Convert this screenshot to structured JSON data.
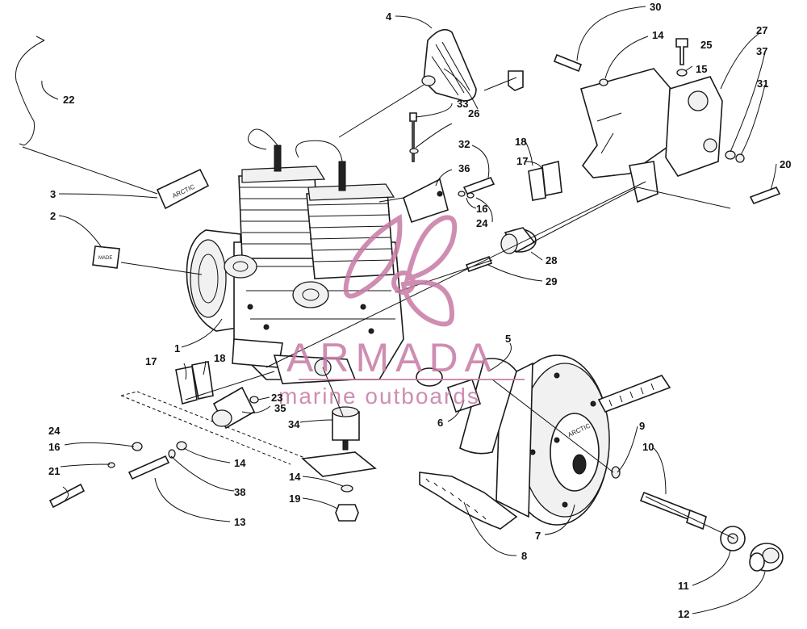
{
  "watermark": {
    "brand": "ARMADA",
    "tagline": "marine outboards",
    "color": "#c77aa5"
  },
  "decals": {
    "engine_label": "ARCTIC",
    "plate_label": "MADE",
    "clutch_label": "ARCTIC"
  },
  "callouts": [
    {
      "id": "c1",
      "label": "1"
    },
    {
      "id": "c2",
      "label": "2"
    },
    {
      "id": "c3",
      "label": "3"
    },
    {
      "id": "c4",
      "label": "4"
    },
    {
      "id": "c5",
      "label": "5"
    },
    {
      "id": "c6",
      "label": "6"
    },
    {
      "id": "c7",
      "label": "7"
    },
    {
      "id": "c8",
      "label": "8"
    },
    {
      "id": "c9",
      "label": "9"
    },
    {
      "id": "c10",
      "label": "10"
    },
    {
      "id": "c11",
      "label": "11"
    },
    {
      "id": "c12",
      "label": "12"
    },
    {
      "id": "c13",
      "label": "13"
    },
    {
      "id": "c14a",
      "label": "14"
    },
    {
      "id": "c14b",
      "label": "14"
    },
    {
      "id": "c14c",
      "label": "14"
    },
    {
      "id": "c15",
      "label": "15"
    },
    {
      "id": "c16a",
      "label": "16"
    },
    {
      "id": "c16b",
      "label": "16"
    },
    {
      "id": "c17a",
      "label": "17"
    },
    {
      "id": "c17b",
      "label": "17"
    },
    {
      "id": "c18a",
      "label": "18"
    },
    {
      "id": "c18b",
      "label": "18"
    },
    {
      "id": "c19",
      "label": "19"
    },
    {
      "id": "c20",
      "label": "20"
    },
    {
      "id": "c21",
      "label": "21"
    },
    {
      "id": "c22",
      "label": "22"
    },
    {
      "id": "c23",
      "label": "23"
    },
    {
      "id": "c24a",
      "label": "24"
    },
    {
      "id": "c24b",
      "label": "24"
    },
    {
      "id": "c25",
      "label": "25"
    },
    {
      "id": "c26",
      "label": "26"
    },
    {
      "id": "c27",
      "label": "27"
    },
    {
      "id": "c28",
      "label": "28"
    },
    {
      "id": "c29",
      "label": "29"
    },
    {
      "id": "c30",
      "label": "30"
    },
    {
      "id": "c31",
      "label": "31"
    },
    {
      "id": "c32",
      "label": "32"
    },
    {
      "id": "c33",
      "label": "33"
    },
    {
      "id": "c34",
      "label": "34"
    },
    {
      "id": "c35",
      "label": "35"
    },
    {
      "id": "c36",
      "label": "36"
    },
    {
      "id": "c37",
      "label": "37"
    },
    {
      "id": "c38",
      "label": "38"
    }
  ]
}
